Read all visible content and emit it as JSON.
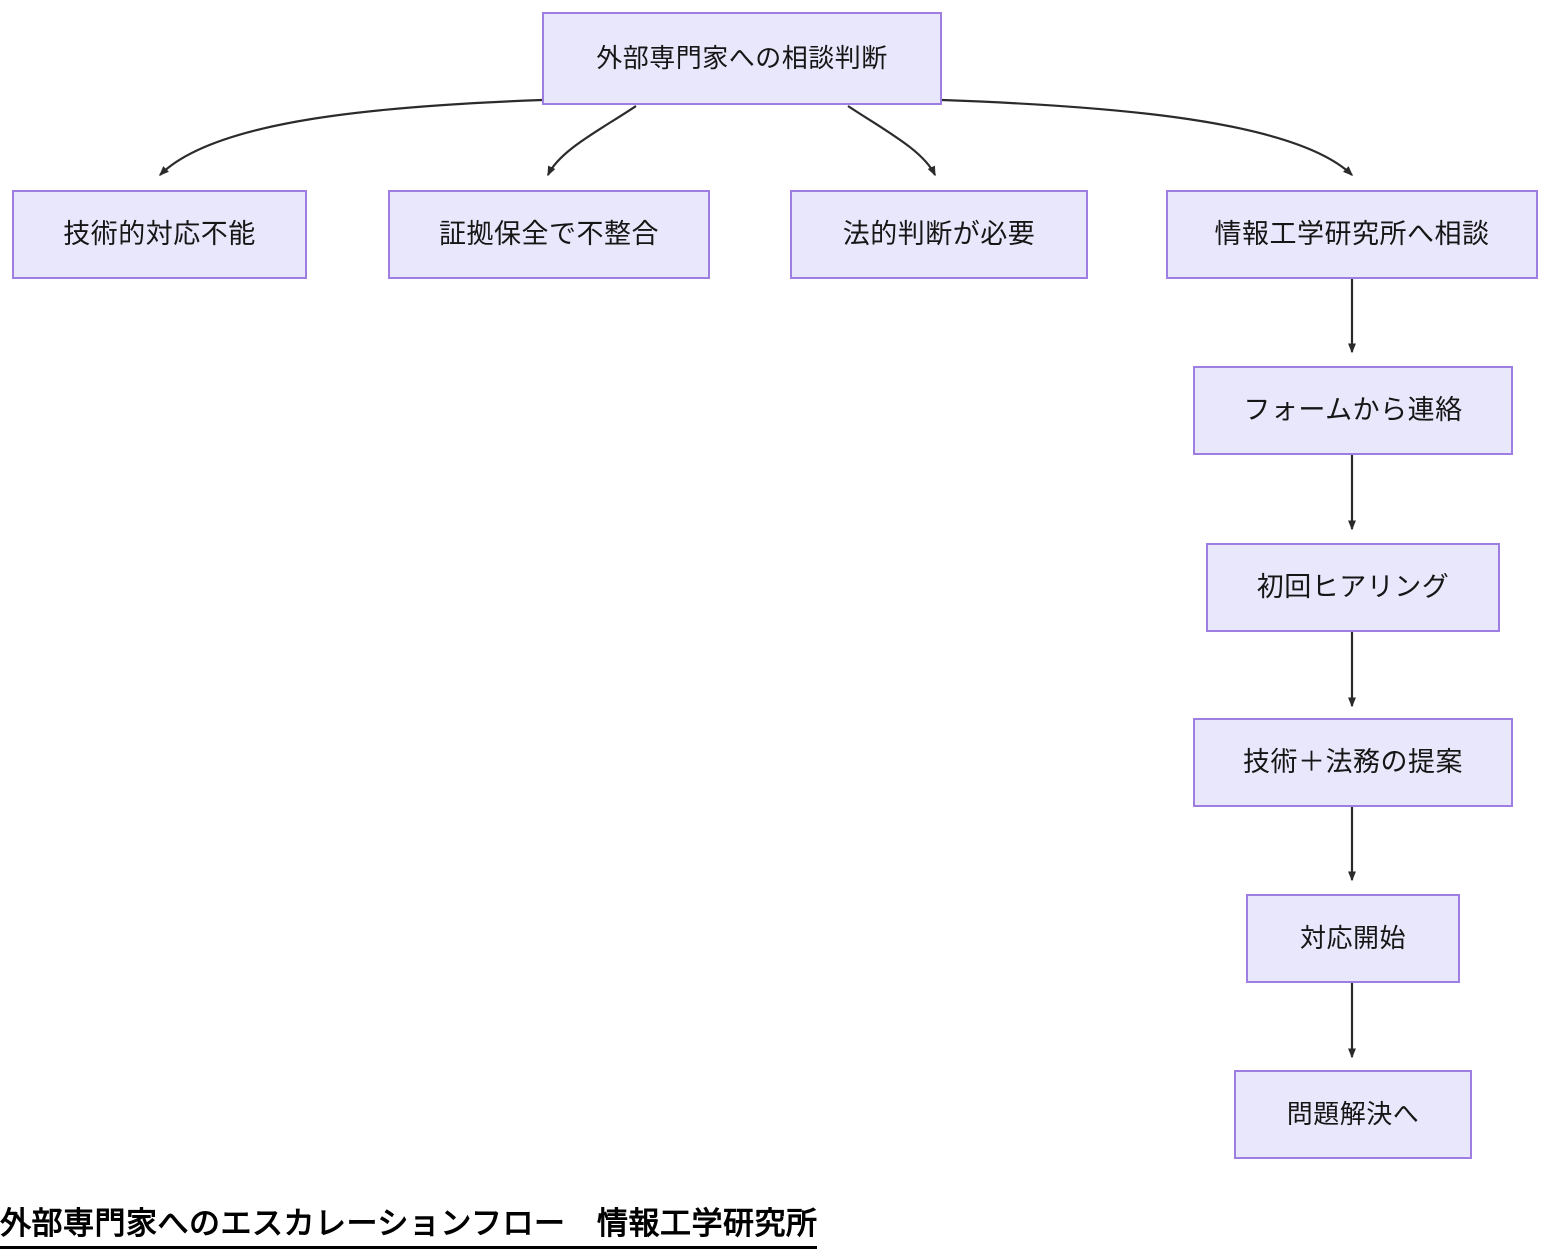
{
  "diagram": {
    "type": "flowchart",
    "caption": "外部専門家へのエスカレーションフロー　情報工学研究所",
    "colors": {
      "node_fill": "#e9e7fb",
      "node_border": "#9e7ee0",
      "edge": "#2b2b2b",
      "text": "#161616",
      "background": "#ffffff"
    },
    "nodes": [
      {
        "id": "root",
        "label": "外部専門家への相談判断"
      },
      {
        "id": "tech",
        "label": "技術的対応不能"
      },
      {
        "id": "evidence",
        "label": "証拠保全で不整合"
      },
      {
        "id": "legal",
        "label": "法的判断が必要"
      },
      {
        "id": "consult",
        "label": "情報工学研究所へ相談"
      },
      {
        "id": "form",
        "label": "フォームから連絡"
      },
      {
        "id": "hearing",
        "label": "初回ヒアリング"
      },
      {
        "id": "proposal",
        "label": "技術＋法務の提案"
      },
      {
        "id": "start",
        "label": "対応開始"
      },
      {
        "id": "resolve",
        "label": "問題解決へ"
      }
    ],
    "edges": [
      {
        "from": "root",
        "to": "tech"
      },
      {
        "from": "root",
        "to": "evidence"
      },
      {
        "from": "root",
        "to": "legal"
      },
      {
        "from": "root",
        "to": "consult"
      },
      {
        "from": "consult",
        "to": "form"
      },
      {
        "from": "form",
        "to": "hearing"
      },
      {
        "from": "hearing",
        "to": "proposal"
      },
      {
        "from": "proposal",
        "to": "start"
      },
      {
        "from": "start",
        "to": "resolve"
      }
    ]
  }
}
